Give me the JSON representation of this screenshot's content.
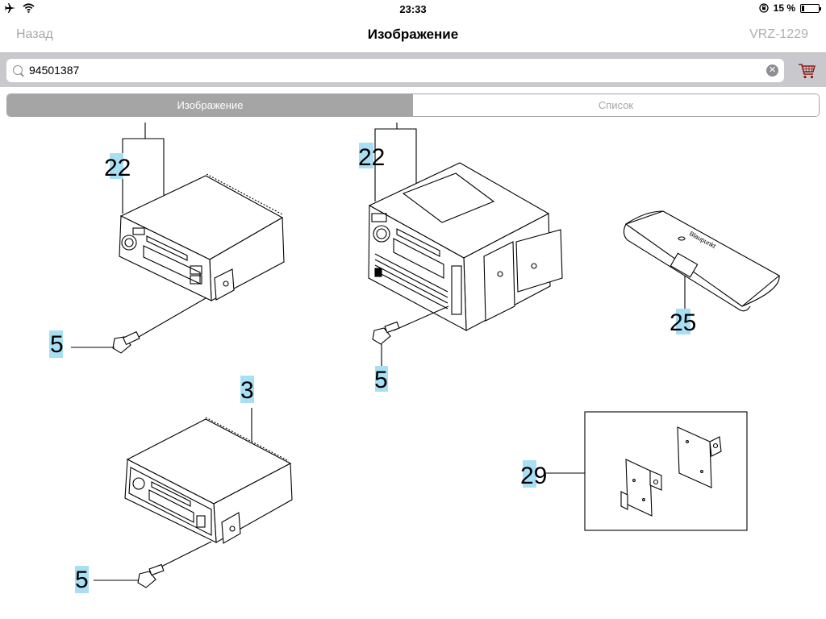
{
  "status_bar": {
    "time": "23:33",
    "battery": "15 %",
    "battery_level": 0.15,
    "icons": [
      "airplane-mode-icon",
      "wifi-icon",
      "orientation-lock-icon",
      "battery-icon"
    ]
  },
  "nav": {
    "back_label": "Назад",
    "title": "Изображение",
    "right_label": "VRZ-1229"
  },
  "search": {
    "value": "94501387",
    "placeholder": ""
  },
  "segments": {
    "image_label": "Изображение",
    "list_label": "Список",
    "selected": "Изображение"
  },
  "callouts": {
    "c22a": "22",
    "c22b": "22",
    "c25": "25",
    "c5a": "5",
    "c5b": "5",
    "c3": "3",
    "c29": "29",
    "c5c": "5"
  },
  "colors": {
    "highlight": "#a9dff5",
    "segment_active": "#a5a5a5",
    "search_bar_bg": "#c9c9cd",
    "nav_inactive": "#a8a8a8"
  }
}
